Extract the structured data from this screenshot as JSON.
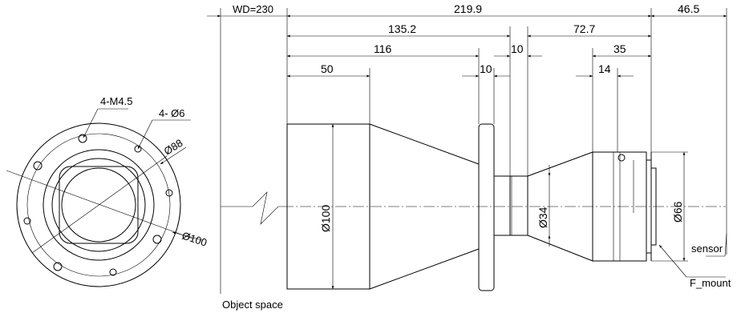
{
  "front_view": {
    "thread_note": "4-M4.5",
    "hole_note": "4- Ø6",
    "pcd_note": "Ø88",
    "outer_note": "Ø100"
  },
  "side_view": {
    "wd": "WD=230",
    "overall_length": "219.9",
    "back_length": "46.5",
    "length_to_flange": "135.2",
    "rear_length": "72.7",
    "front_body_length": "116",
    "flange_thickness": "10",
    "rear_small": "35",
    "front_cylinder": "50",
    "flange_gap": "10",
    "rear_tiny": "14",
    "front_dia": "Ø100",
    "middle_dia": "Ø34",
    "rear_dia": "Ø66",
    "sensor_label": "sensor",
    "mount_label": "F_mount",
    "object_label": "Object space"
  }
}
